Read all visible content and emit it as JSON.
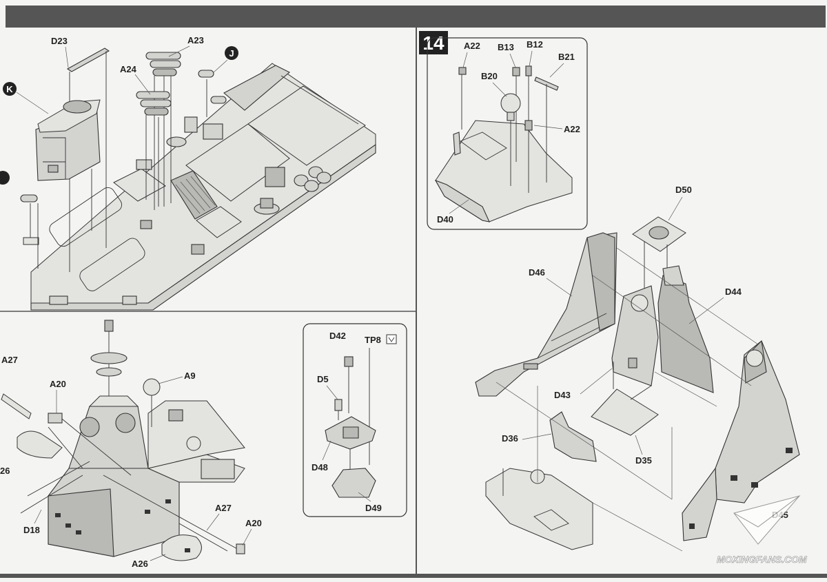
{
  "step": {
    "number": "14"
  },
  "watermark": {
    "text": "MOXINGFANS.COM"
  },
  "labels": {
    "d23": "D23",
    "a23": "A23",
    "a24": "A24",
    "j": "J",
    "k": "K",
    "a9": "A9",
    "a27_top": "A27",
    "a20_top": "A20",
    "a26_left": "26",
    "d18": "D18",
    "a27_bot": "A27",
    "a20_bot": "A20",
    "a26_bot": "A26",
    "d42": "D42",
    "tp8": "TP8",
    "d5": "D5",
    "d48": "D48",
    "d49": "D49",
    "a22_top": "A22",
    "b13": "B13",
    "b12": "B12",
    "b21": "B21",
    "b20": "B20",
    "a22_mid": "A22",
    "d40": "D40",
    "d50": "D50",
    "d46": "D46",
    "d44": "D44",
    "d43": "D43",
    "d36": "D36",
    "d35": "D35",
    "d45": "D45"
  }
}
